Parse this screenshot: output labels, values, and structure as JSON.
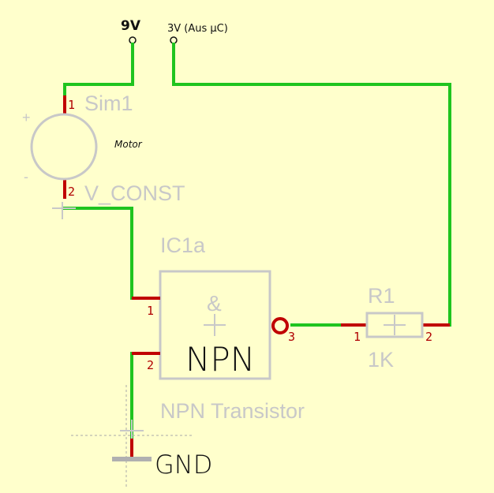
{
  "supply": {
    "v9_label": "9V",
    "v3_label": "3V (Aus µC)"
  },
  "motor_source": {
    "ref": "Sim1",
    "value": "V_CONST",
    "note": "Motor",
    "pin1": "1",
    "pin2": "2",
    "plus": "+",
    "minus": "-"
  },
  "transistor": {
    "ref": "IC1a",
    "symbol": "&",
    "body_text": "NPN",
    "value": "NPN Transistor",
    "pin1": "1",
    "pin2": "2",
    "pin3": "3"
  },
  "resistor": {
    "ref": "R1",
    "value": "1K",
    "pin1": "1",
    "pin2": "2"
  },
  "ground": {
    "label": "GND"
  },
  "colors": {
    "background": "#ffffcc",
    "wire": "#1fc41f",
    "pin": "#c00000",
    "component": "#c8c8c8"
  }
}
